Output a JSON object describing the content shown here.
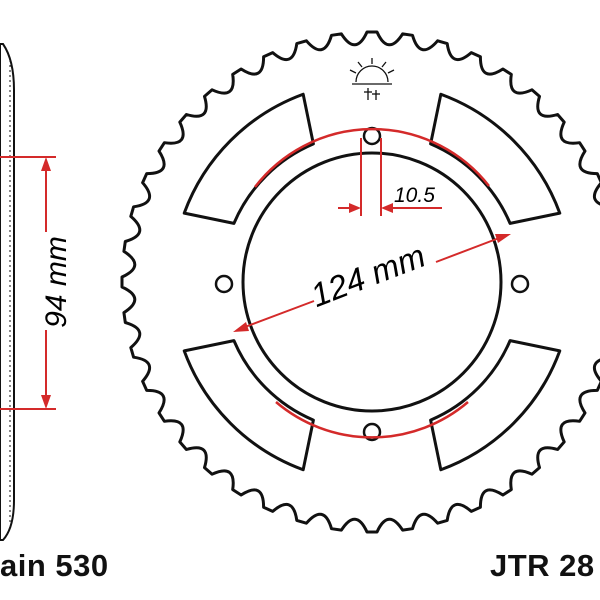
{
  "diagram": {
    "side_height_label": "94 mm",
    "bolt_hole_label": "10.5",
    "pcd_label": "124 mm",
    "chain_caption": "ain 530",
    "part_caption": "JTR 28",
    "colors": {
      "outline": "#111111",
      "dimension": "#d42a2a",
      "background": "#ffffff"
    },
    "logo": "jt-sun-logo"
  }
}
